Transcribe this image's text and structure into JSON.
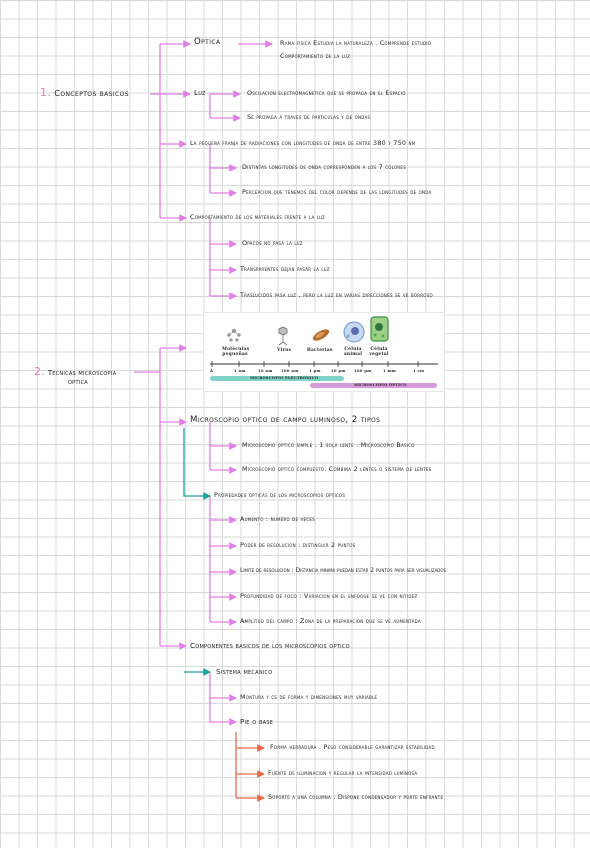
{
  "colors": {
    "pink": "#e27ee6",
    "teal": "#1aa39a",
    "orange": "#e8694a",
    "number": "#e07ab8",
    "em_bar": "#7fd3c8",
    "om_bar": "#d69ad8"
  },
  "sections": [
    {
      "number": "1.",
      "title": "Conceptos basicos"
    },
    {
      "number": "2.",
      "title_line1": "Tecnicas microscopia",
      "title_line2": "optica"
    }
  ],
  "nodes": {
    "optica": "Optica",
    "optica_def_1": "Rama física Estudia la naturaleza . Comprende estudio",
    "optica_def_2": "Comportamiento de la luz",
    "luz": "Luz",
    "luz_1": "Oscilacion electromagnetica que se propaga en el Espacio",
    "luz_2": "Se propaga a traves de particulas y de ondas",
    "franja": "La pequeña franja de radiaciones con longitudes de onda de entre 380 y 750 nm",
    "franja_1": "Distintas longitudes de onda corresponden a los 7 colores",
    "franja_2": "Percepcion que tenemos del color depende de las longitudes de onda",
    "comport": "Comportamiento de los materiales frente a la luz",
    "comport_1": "Opacos no pasa la luz",
    "comport_2": "Transparentes dejan pasar la luz",
    "comport_3": "Traslucidos pasa luz , pero la luz en varias direcciones se ve borroso",
    "micro": "Microscopio optico de campo luminoso, 2 tipos",
    "micro_1": "Microscopio optico simple . 1 sola lente . Microscopio Basico",
    "micro_2": "Microscopio optico compuesto. Combina 2 lentes o sistema de lentes",
    "props": "Propiedades opticas de los microscopios opticos",
    "props_1": "Aumento : numero de veces",
    "props_2": "Poder de resolucion : distinguir 2 puntos",
    "props_3": "Limite de resolucion : Distancia minima puedan estar 2 puntos para ser visualizados",
    "props_4": "Profundidad de foco : Variacion en el enfoque se ve con nitidez",
    "props_5": "Amplitud del campo : Zona de la preparacion que se ve aumentada",
    "comp": "Componentes basicos de los microscopios optico",
    "sist": "Sistema mecanico",
    "sist_1": "Montura y cs de forma y dimensiones muy variable",
    "pie": "Pie o base",
    "pie_1": "Forma herradura . Peso considerable garantizar estabilidad",
    "pie_2": "Fuente de iluminacion y regular la intensidad luminosa",
    "pie_3": "Soporte a una columna . Dispone condensador y porte enfrante"
  },
  "figure": {
    "items": [
      {
        "label1": "Moléculas",
        "label2": "pequeñas",
        "icon": "molecule-icon"
      },
      {
        "label1": "Virus",
        "label2": "",
        "icon": "virus-icon"
      },
      {
        "label1": "Bacterias",
        "label2": "",
        "icon": "bacteria-icon"
      },
      {
        "label1": "Célula",
        "label2": "animal",
        "icon": "animal-cell-icon"
      },
      {
        "label1": "Célula",
        "label2": "vegetal",
        "icon": "plant-cell-icon"
      }
    ],
    "ticks": [
      "Å",
      "1 nm",
      "10 nm",
      "100 nm",
      "1 μm",
      "10 μm",
      "100 μm",
      "1 mm",
      "1 cm"
    ],
    "em_label": "MICROSCOPIO ELECTRÓNICO",
    "om_label": "MICROSCOPIO ÓPTICO"
  }
}
